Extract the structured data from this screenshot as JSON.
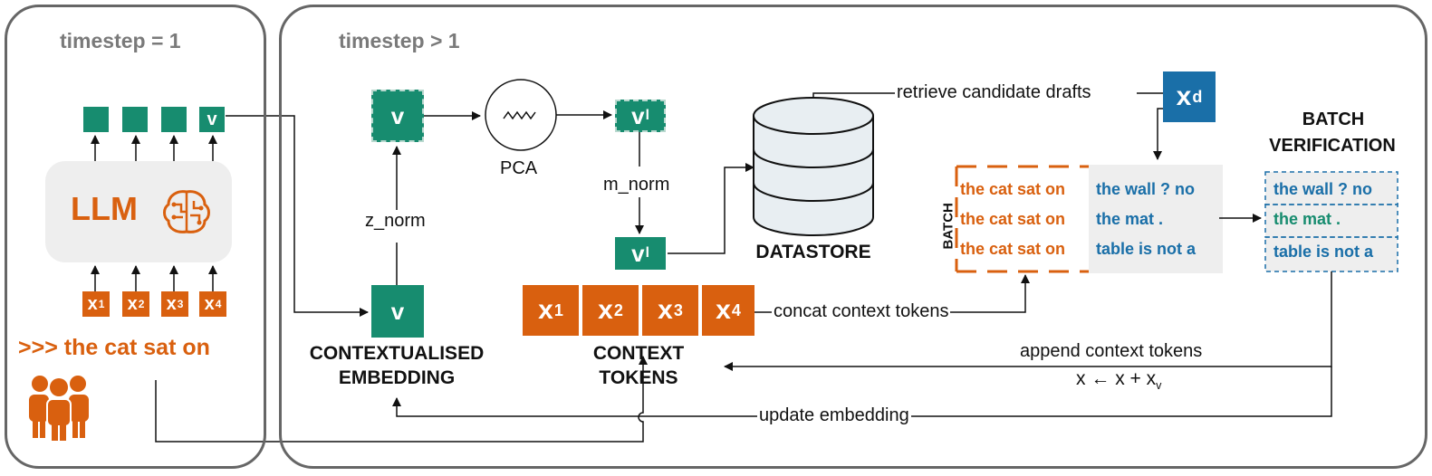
{
  "left_panel": {
    "title": "timestep = 1",
    "llm_label": "LLM",
    "output_v": "v",
    "tokens": [
      {
        "base": "x",
        "sub": "1"
      },
      {
        "base": "x",
        "sub": "2"
      },
      {
        "base": "x",
        "sub": "3"
      },
      {
        "base": "x",
        "sub": "4"
      }
    ],
    "prompt": ">>> the cat sat on"
  },
  "right_panel": {
    "title": "timestep > 1",
    "v_top": "v",
    "pca_label": "PCA",
    "vl_top": {
      "base": "v",
      "sub": "l"
    },
    "m_norm": "m_norm",
    "vl_bottom": {
      "base": "v",
      "sub": "l"
    },
    "z_norm": "z_norm",
    "v_bottom": "v",
    "contextualised_label_1": "CONTEXTUALISED",
    "contextualised_label_2": "EMBEDDING",
    "context_tokens": [
      {
        "base": "x",
        "sub": "1"
      },
      {
        "base": "x",
        "sub": "2"
      },
      {
        "base": "x",
        "sub": "3"
      },
      {
        "base": "x",
        "sub": "4"
      }
    ],
    "context_label_1": "CONTEXT",
    "context_label_2": "TOKENS",
    "concat_label": "concat context tokens",
    "datastore_label": "DATASTORE",
    "retrieve_label": "retrieve candidate drafts",
    "xd": {
      "base": "x",
      "sub": "d"
    },
    "batch_side_label": "BATCH",
    "batch_rows": [
      {
        "prefix": "the cat sat on",
        "draft": "the wall ? no"
      },
      {
        "prefix": "the cat sat on",
        "draft": "the mat ."
      },
      {
        "prefix": "the cat sat on",
        "draft": "table is not a"
      }
    ],
    "verification_title_1": "BATCH",
    "verification_title_2": "VERIFICATION",
    "verified_rows": [
      {
        "text": "the wall ? no",
        "status": "rejected"
      },
      {
        "text": "the mat .",
        "status": "accepted"
      },
      {
        "text": "table is not a",
        "status": "rejected"
      }
    ],
    "append_label": "append context tokens",
    "append_formula": {
      "lhs": "x",
      "arrow": "←",
      "rhs": "x + x",
      "sub": "v"
    },
    "update_label": "update embedding"
  },
  "colors": {
    "orange": "#d9600f",
    "green": "#178c6f",
    "blue": "#1a6fa8",
    "gray_panel": "#666666",
    "llm_bg": "#eeeeee"
  },
  "icons": [
    "brain-circuit-icon",
    "users-group-icon",
    "pca-wave-icon",
    "database-icon"
  ]
}
